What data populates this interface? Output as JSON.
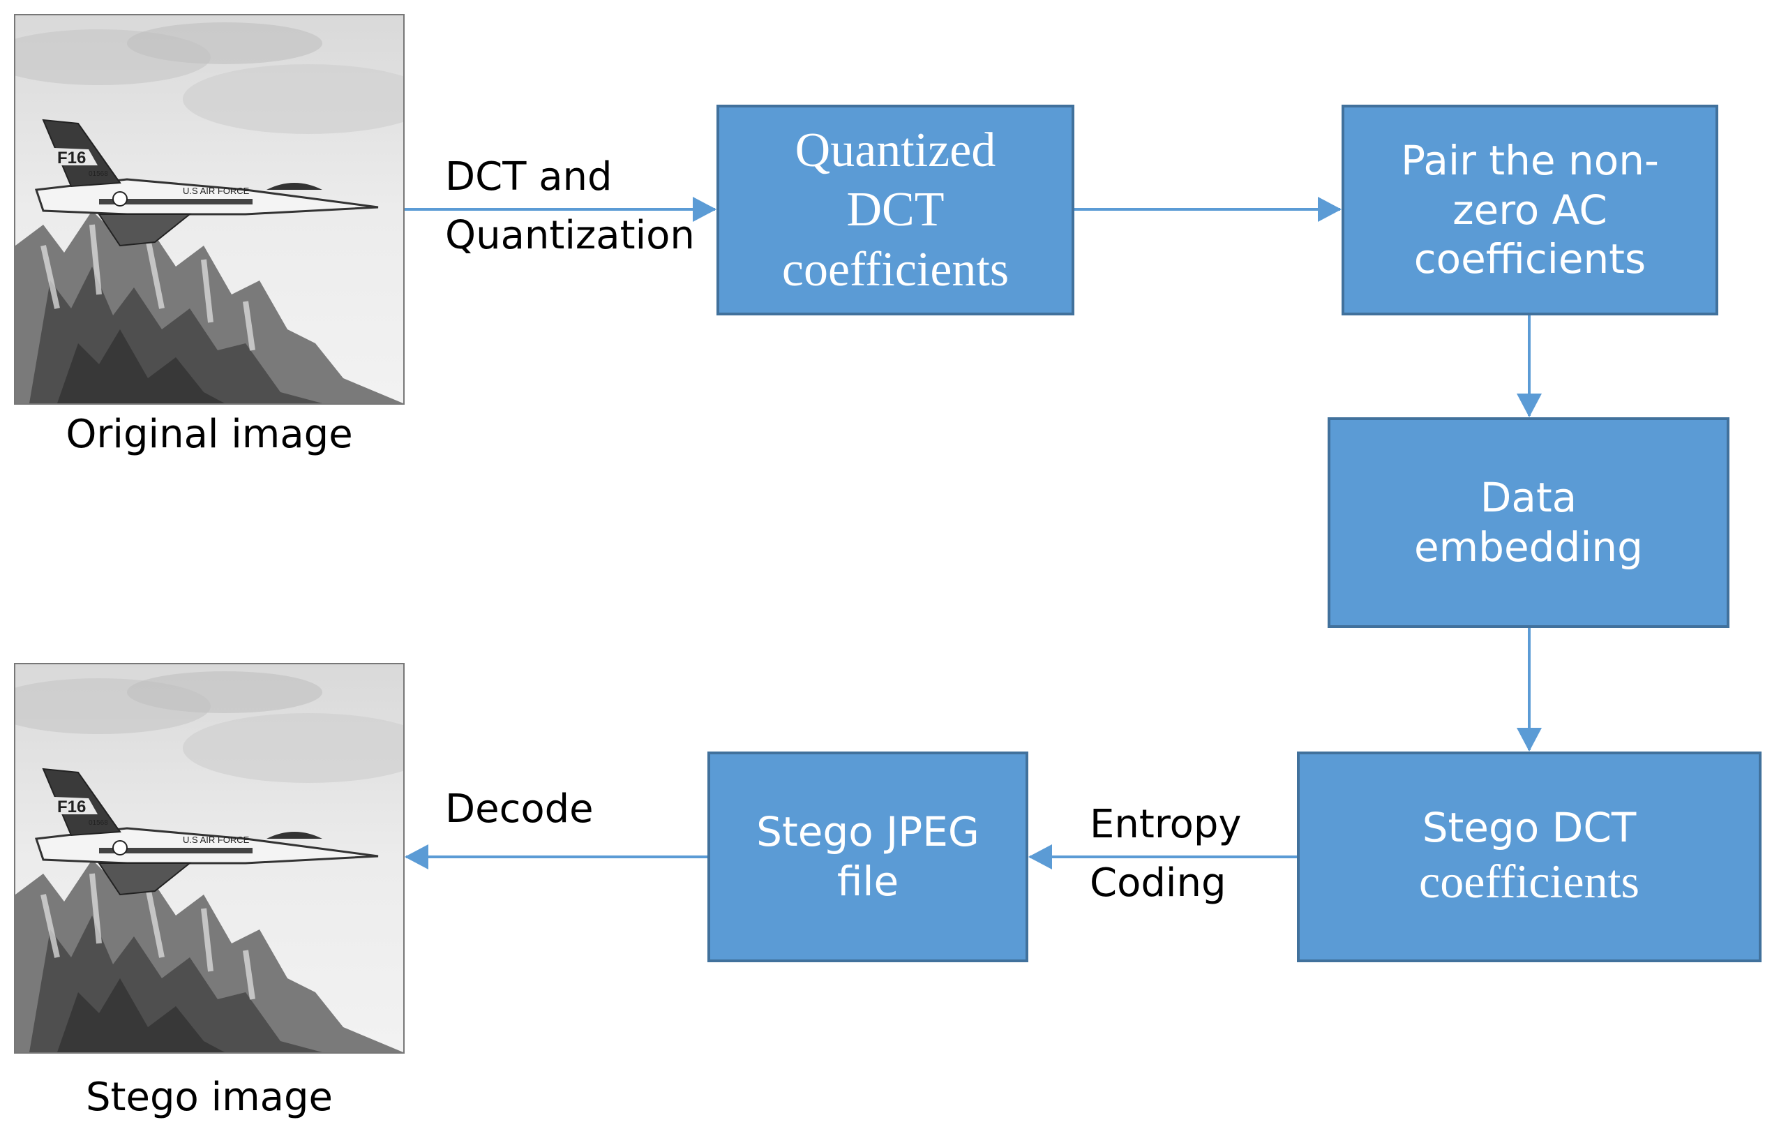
{
  "images": {
    "original_caption": "Original image",
    "stego_caption": "Stego image",
    "fighter_tail_text": "F16",
    "fighter_body_text": "U.S AIR FORCE",
    "fighter_serial": "01568"
  },
  "boxes": {
    "quantized": "Quantized\nDCT\ncoefficients",
    "pair": "Pair the non-\nzero AC\ncoefficients",
    "embedding": "Data\nembedding",
    "stego_dct_line1": "Stego DCT",
    "stego_dct_line2": "coefficients",
    "stego_jpeg": "Stego JPEG\nfile"
  },
  "edges": {
    "dct_quantization": "DCT and\nQuantization",
    "entropy_coding": "Entropy\nCoding",
    "decode": "Decode"
  },
  "colors": {
    "box_fill": "#5b9bd5",
    "box_border": "#41719c",
    "arrow": "#5b9bd5"
  }
}
